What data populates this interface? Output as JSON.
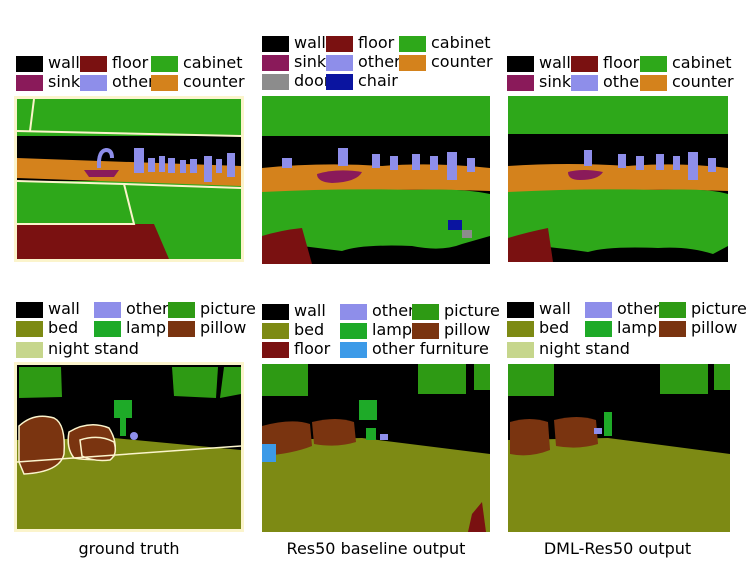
{
  "colors": {
    "wall": "#000000",
    "floor": "#7a1111",
    "cabinet": "#2ea81a",
    "sink": "#8a1a5a",
    "other": "#8e8eea",
    "counter": "#d4821c",
    "door": "#8c8c8c",
    "chair": "#0a14a0",
    "bed": "#7d8a14",
    "picture": "#2e9a14",
    "lamp": "#1eaa28",
    "pillow": "#7a3410",
    "night_stand": "#c6d68c",
    "other_furniture": "#3c9ae8"
  },
  "legends": {
    "top_gt": [
      "wall",
      "floor",
      "cabinet",
      "sink",
      "other",
      "counter"
    ],
    "top_base": [
      "wall",
      "floor",
      "cabinet",
      "sink",
      "other",
      "counter",
      "door",
      "chair"
    ],
    "top_dml": [
      "wall",
      "floor",
      "cabinet",
      "sink",
      "other",
      "counter"
    ],
    "bottom_gt": [
      "wall",
      "other",
      "picture",
      "bed",
      "lamp",
      "pillow",
      "night stand"
    ],
    "bottom_base": [
      "wall",
      "other",
      "picture",
      "bed",
      "lamp",
      "pillow",
      "floor",
      "other furniture"
    ],
    "bottom_dml": [
      "wall",
      "other",
      "picture",
      "bed",
      "lamp",
      "pillow",
      "night stand"
    ]
  },
  "captions": {
    "gt": "ground truth",
    "base": "Res50 baseline output",
    "dml": "DML-Res50 output"
  }
}
